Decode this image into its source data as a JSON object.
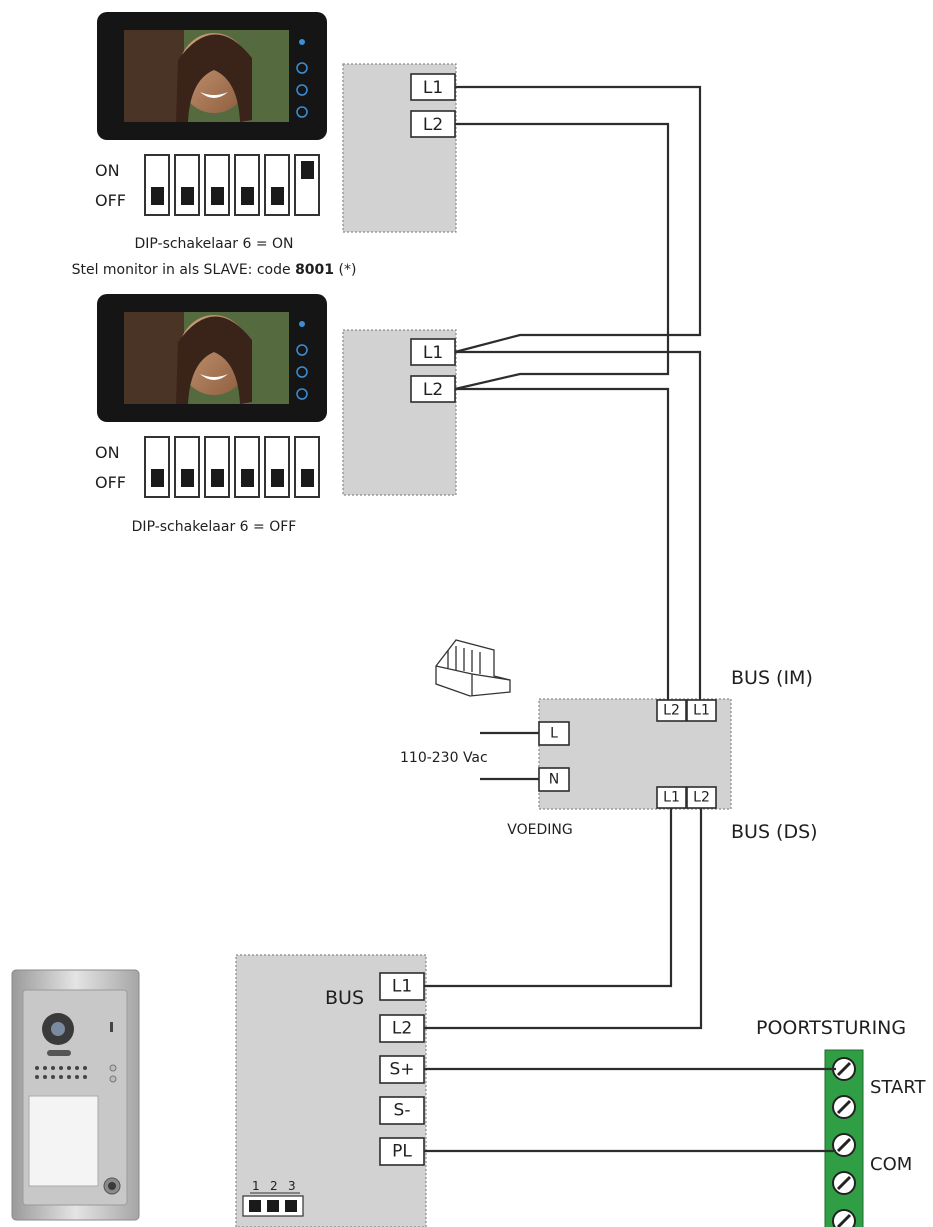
{
  "monitor_1": {
    "terminals": [
      "L1",
      "L2"
    ],
    "dip_on_label": "ON",
    "dip_off_label": "OFF",
    "dip_states": [
      "off",
      "off",
      "off",
      "off",
      "off",
      "on"
    ],
    "caption_line1": "DIP-schakelaar 6 = ON",
    "caption_line2_prefix": "Stel monitor in als SLAVE: code ",
    "caption_line2_code": "8001",
    "caption_line2_suffix": " (*)"
  },
  "monitor_2": {
    "terminals": [
      "L1",
      "L2"
    ],
    "dip_on_label": "ON",
    "dip_off_label": "OFF",
    "dip_states": [
      "off",
      "off",
      "off",
      "off",
      "off",
      "off"
    ],
    "caption": "DIP-schakelaar 6 = OFF"
  },
  "power_supply": {
    "bus_im_label": "BUS (IM)",
    "bus_ds_label": "BUS (DS)",
    "top_terminals": [
      "L2",
      "L1"
    ],
    "bottom_terminals": [
      "L1",
      "L2"
    ],
    "mains_terminals": [
      "L",
      "N"
    ],
    "mains_voltage": "110-230 Vac",
    "caption": "VOEDING"
  },
  "door_station": {
    "bus_label": "BUS",
    "terminals": [
      "L1",
      "L2",
      "S+",
      "S-",
      "PL"
    ],
    "jumper_numbers": [
      "1",
      "2",
      "3"
    ]
  },
  "gate_control": {
    "title": "POORTSTURING",
    "start_label": "START",
    "com_label": "COM",
    "terminal_count": 5,
    "terminal_color": "#2f9e44"
  }
}
